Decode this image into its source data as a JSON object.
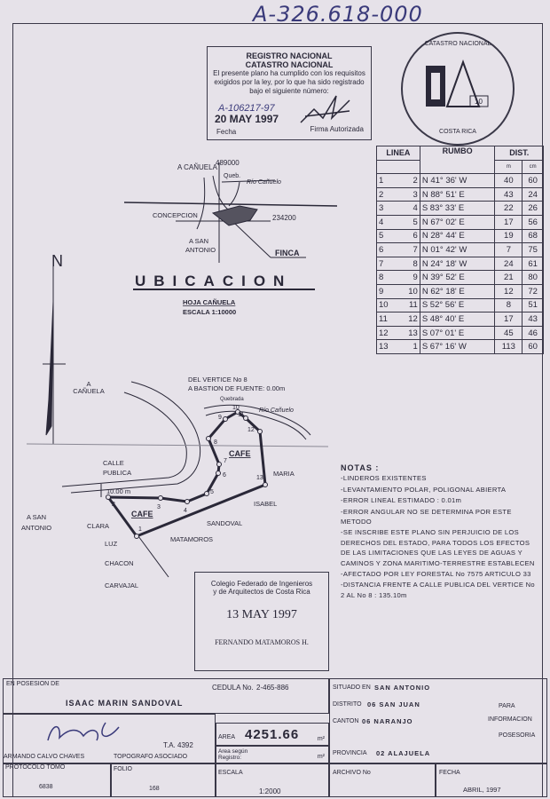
{
  "document": {
    "plan_number": "A-326.618-000"
  },
  "registry_stamp": {
    "title_1": "REGISTRO NACIONAL",
    "title_2": "CATASTRO NACIONAL",
    "text": "El presente plano ha cumplido con los requisitos exigidos por la ley, por lo que ha sido registrado bajo el siguiente número:",
    "registration_number": "A-106217-97",
    "date": "20 MAY 1997",
    "date_label": "Fecha",
    "signature_label": "Firma Autorizada"
  },
  "seal": {
    "text_top": "CATASTRO NACIONAL",
    "text_bottom": "COSTA RICA",
    "number": "10"
  },
  "location_map": {
    "a_canuela": "A CAÑUELA",
    "coord_x": "489000",
    "queb": "Queb.",
    "rio": "Río Cañuelo",
    "concepcion": "CONCEPCION",
    "coord_y": "234200",
    "a_san_antonio": [
      "A SAN",
      "ANTONIO"
    ],
    "finca": "FINCA",
    "title": "UBICACION",
    "sheet": "HOJA  CAÑUELA",
    "scale": "ESCALA  1:10000"
  },
  "north_label": "N",
  "site_plan": {
    "a_canuela": [
      "A",
      "CAÑUELA"
    ],
    "vertex_note": [
      "DEL VERTICE No 8",
      "A BASTION DE FUENTE: 0.00m"
    ],
    "quebrada": "Quebrada",
    "rio": "Río Cañuelo",
    "calle_publica": [
      "CALLE",
      "PUBLICA"
    ],
    "width": "10.00 m",
    "a_san_antonio": [
      "A SAN",
      "ANTONIO"
    ],
    "cafe_1": "CAFE",
    "cafe_2": "CAFE",
    "neighbors_left": [
      "CLARA",
      "LUZ",
      "CHACON",
      "CARVAJAL"
    ],
    "neighbors_right": [
      "MARIA",
      "ISABEL",
      "SANDOVAL",
      "MATAMOROS"
    ],
    "vertices": [
      "1",
      "2",
      "3",
      "4",
      "5",
      "6",
      "7",
      "8",
      "9",
      "10",
      "11",
      "12",
      "13"
    ]
  },
  "bearing_table": {
    "headers": {
      "line": "LINEA",
      "bearing": "RUMBO",
      "distance": "DIST.",
      "m": "m",
      "cm": "cm"
    },
    "rows": [
      {
        "from": "1",
        "to": "2",
        "bearing": "N 41° 36' W",
        "m": "40",
        "cm": "60"
      },
      {
        "from": "2",
        "to": "3",
        "bearing": "N 88° 51' E",
        "m": "43",
        "cm": "24"
      },
      {
        "from": "3",
        "to": "4",
        "bearing": "S 83° 33' E",
        "m": "22",
        "cm": "26"
      },
      {
        "from": "4",
        "to": "5",
        "bearing": "N 67° 02' E",
        "m": "17",
        "cm": "56"
      },
      {
        "from": "5",
        "to": "6",
        "bearing": "N 28° 44' E",
        "m": "19",
        "cm": "68"
      },
      {
        "from": "6",
        "to": "7",
        "bearing": "N 01° 42' W",
        "m": "7",
        "cm": "75"
      },
      {
        "from": "7",
        "to": "8",
        "bearing": "N 24° 18' W",
        "m": "24",
        "cm": "61"
      },
      {
        "from": "8",
        "to": "9",
        "bearing": "N 39° 52' E",
        "m": "21",
        "cm": "80"
      },
      {
        "from": "9",
        "to": "10",
        "bearing": "N 62° 18' E",
        "m": "12",
        "cm": "72"
      },
      {
        "from": "10",
        "to": "11",
        "bearing": "S 52° 56' E",
        "m": "8",
        "cm": "51"
      },
      {
        "from": "11",
        "to": "12",
        "bearing": "S 48° 40' E",
        "m": "17",
        "cm": "43"
      },
      {
        "from": "12",
        "to": "13",
        "bearing": "S 07° 01' E",
        "m": "45",
        "cm": "46"
      },
      {
        "from": "13",
        "to": "1",
        "bearing": "S 67° 16' W",
        "m": "113",
        "cm": "60"
      }
    ]
  },
  "notes": {
    "title": "NOTAS :",
    "items": [
      "-LINDEROS EXISTENTES",
      "-LEVANTAMIENTO POLAR, POLIGONAL ABIERTA",
      "-ERROR LINEAL ESTIMADO : 0.01m",
      "-ERROR ANGULAR NO SE DETERMINA POR ESTE METODO",
      "-SE INSCRIBE ESTE PLANO SIN PERJUICIO DE LOS DERECHOS DEL ESTADO, PARA TODOS LOS EFECTOS DE LAS LIMITACIONES QUE LAS LEYES DE AGUAS Y CAMINOS Y ZONA MARITIMO-TERRESTRE ESTABLECEN",
      "-AFECTADO POR LEY FORESTAL No 7575 ARTICULO 33",
      "-DISTANCIA FRENTE A CALLE PUBLICA DEL VERTICE No 2 AL No 8 : 135.10m"
    ]
  },
  "colegio_stamp": {
    "line_1": "Colegio Federado de Ingenieros",
    "line_2": "y de Arquitectos de Costa Rica",
    "date": "13 MAY 1997",
    "name": "FERNANDO MATAMOROS H."
  },
  "title_block": {
    "possession_label": "EN POSESION DE",
    "owner": "ISAAC   MARIN   SANDOVAL",
    "cedula_label": "CEDULA No.",
    "cedula": "2-465-886",
    "situado_label": "SITUADO EN",
    "situado": "SAN ANTONIO",
    "distrito_label": "DISTRITO",
    "distrito": "06  SAN JUAN",
    "canton_label": "CANTON",
    "canton": "06  NARANJO",
    "provincia_label": "PROVINCIA",
    "provincia": "02  ALAJUELA",
    "purpose": [
      "PARA",
      "INFORMACION",
      "POSESORIA"
    ],
    "surveyor": "ARMANDO CALVO CHAVES",
    "surveyor_role": "TOPOGRAFO ASOCIADO",
    "license": "T.A. 4392",
    "area_label": "AREA",
    "area": "4251.66",
    "unit": "m²",
    "area_registry_label": "Area según Registro:",
    "protocol_label": "PROTOCOLO TOMO",
    "protocol": "6838",
    "folio_label": "FOLIO",
    "folio": "168",
    "scale_label": "ESCALA",
    "scale": "1:2000",
    "archivo_label": "ARCHIVO No",
    "fecha_label": "FECHA",
    "fecha": "ABRIL, 1997"
  }
}
